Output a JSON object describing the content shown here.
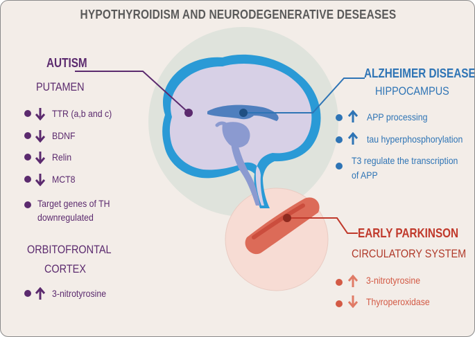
{
  "title": "HYPOTHYROIDISM AND NEURODEGENERATIVE DESEASES",
  "autism": {
    "heading": "AUTISM",
    "region": "PUTAMEN",
    "items": [
      {
        "dir": "down",
        "text": "TTR (a,b and c)"
      },
      {
        "dir": "down",
        "text": "BDNF"
      },
      {
        "dir": "down",
        "text": "Relin"
      },
      {
        "dir": "down",
        "text": "MCT8"
      },
      {
        "dir": "none",
        "text": "Target genes of TH"
      },
      {
        "dir": "none",
        "text": "downregulated"
      }
    ],
    "region2_line1": "ORBITOFRONTAL",
    "region2_line2": "CORTEX",
    "region2_items": [
      {
        "dir": "up",
        "text": "3-nitrotyrosine"
      }
    ]
  },
  "alzheimer": {
    "heading": "ALZHEIMER DISEASE",
    "region": "HIPPOCAMPUS",
    "items": [
      {
        "dir": "up",
        "text": "APP processing"
      },
      {
        "dir": "up",
        "text": "tau hyperphosphorylation"
      },
      {
        "dir": "none",
        "text": "T3 regulate the transcription"
      },
      {
        "dir": "none",
        "text": "of APP"
      }
    ]
  },
  "parkinson": {
    "heading": "EARLY PARKINSON",
    "region": "CIRCULATORY SYSTEM",
    "items": [
      {
        "dir": "up",
        "text": "3-nitrotyrosine"
      },
      {
        "dir": "down",
        "text": "Thyroperoxidase"
      }
    ]
  },
  "colors": {
    "purple": "#5b2a6e",
    "blue": "#2e74b5",
    "red": "#c0392b",
    "muted_red": "#d35a45",
    "background": "#f3ede8"
  }
}
